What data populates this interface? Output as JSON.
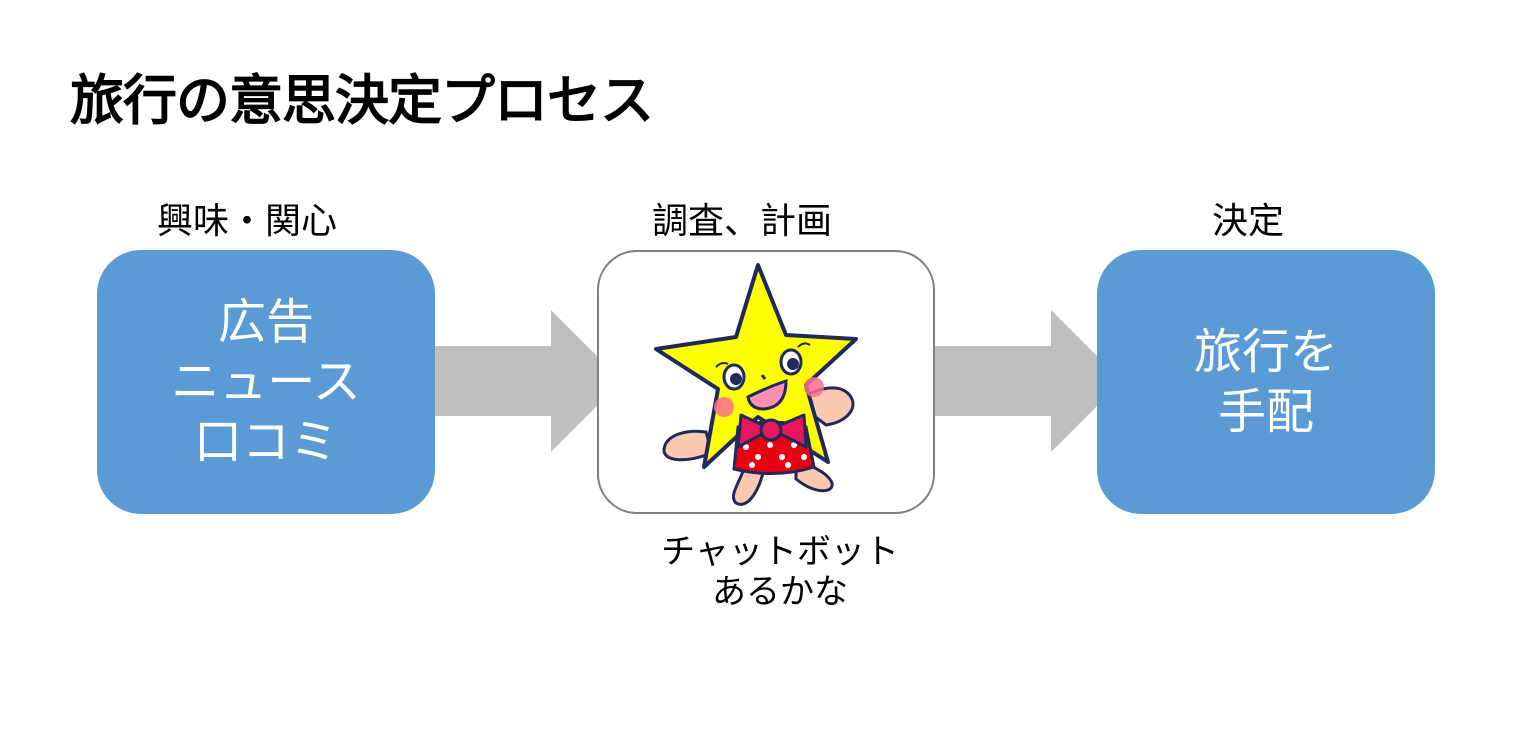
{
  "title": "旅行の意思決定プロセス",
  "stages": [
    {
      "label": "興味・関心",
      "lines": [
        "広告",
        "ニュース",
        "口コミ"
      ]
    },
    {
      "label": "調査、計画",
      "caption_lines": [
        "チャットボット",
        "あるかな"
      ]
    },
    {
      "label": "決定",
      "lines": [
        "旅行を",
        "手配"
      ]
    }
  ],
  "colors": {
    "box_fill": "#5b9bd5",
    "arrow_fill": "#bfbfbf",
    "mascot_star": "#ffff00",
    "mascot_outline": "#1f2a5a",
    "mascot_bow": "#e8175d",
    "mascot_skirt": "#e60012"
  },
  "icons": {
    "mascot": "star-mascot-illustration",
    "arrow": "right-arrow"
  }
}
